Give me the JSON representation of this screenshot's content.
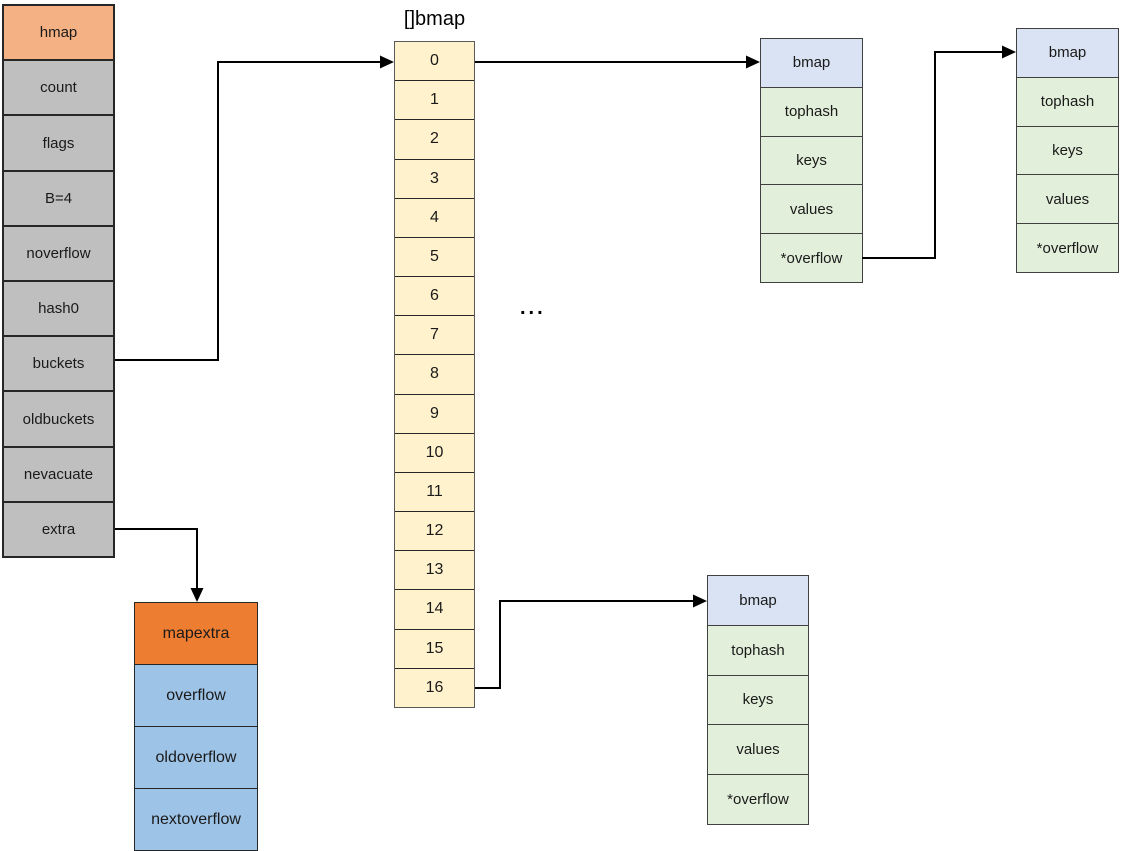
{
  "diagram": {
    "hmap": {
      "title": "hmap",
      "fields": [
        "count",
        "flags",
        "B=4",
        "noverflow",
        "hash0",
        "buckets",
        "oldbuckets",
        "nevacuate",
        "extra"
      ]
    },
    "buckets_array": {
      "title": "[]bmap",
      "indices": [
        "0",
        "1",
        "2",
        "3",
        "4",
        "5",
        "6",
        "7",
        "8",
        "9",
        "10",
        "11",
        "12",
        "13",
        "14",
        "15",
        "16"
      ]
    },
    "ellipsis": "...",
    "bmap1": {
      "title": "bmap",
      "fields": [
        "tophash",
        "keys",
        "values",
        "*overflow"
      ]
    },
    "bmap2": {
      "title": "bmap",
      "fields": [
        "tophash",
        "keys",
        "values",
        "*overflow"
      ]
    },
    "bmap3": {
      "title": "bmap",
      "fields": [
        "tophash",
        "keys",
        "values",
        "*overflow"
      ]
    },
    "mapextra": {
      "title": "mapextra",
      "fields": [
        "overflow",
        "oldoverflow",
        "nextoverflow"
      ]
    },
    "colors": {
      "hmap_header": "#F4B183",
      "hmap_field": "#BFBFBF",
      "bucket_cell": "#FFF2CC",
      "bmap_header": "#DAE3F3",
      "bmap_field": "#E2EFDA",
      "mapextra_header": "#ED7D31",
      "mapextra_field": "#9DC3E6",
      "connector": "#000000"
    }
  }
}
